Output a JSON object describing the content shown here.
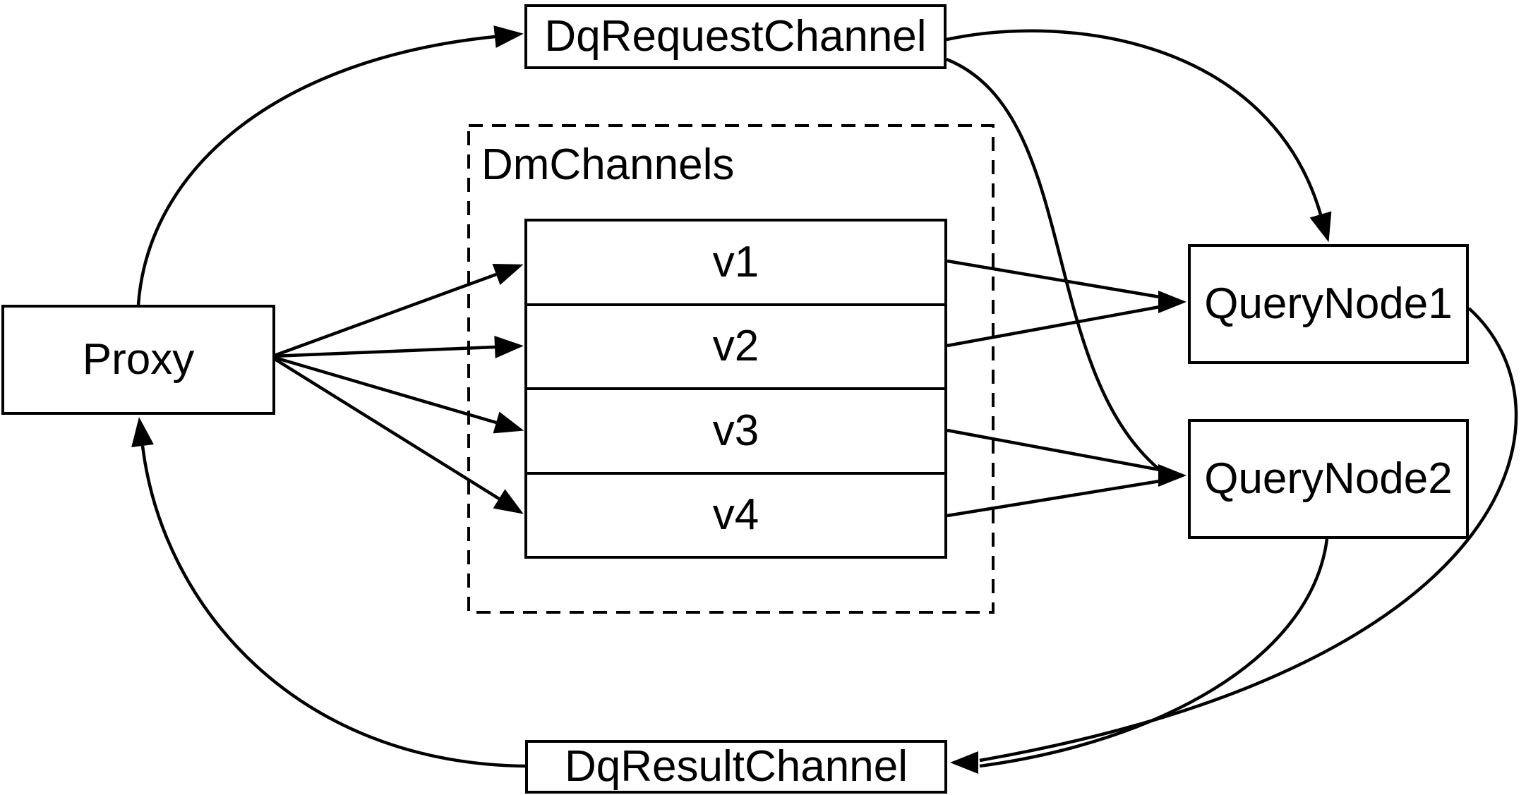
{
  "diagram": {
    "nodes": {
      "proxy": {
        "label": "Proxy"
      },
      "dq_request_channel": {
        "label": "DqRequestChannel"
      },
      "dm_channels_group": {
        "label": "DmChannels"
      },
      "channels": [
        {
          "label": "v1"
        },
        {
          "label": "v2"
        },
        {
          "label": "v3"
        },
        {
          "label": "v4"
        }
      ],
      "query_node1": {
        "label": "QueryNode1"
      },
      "query_node2": {
        "label": "QueryNode2"
      },
      "dq_result_channel": {
        "label": "DqResultChannel"
      }
    },
    "edges": [
      {
        "from": "Proxy",
        "to": "DqRequestChannel"
      },
      {
        "from": "DqRequestChannel",
        "to": "QueryNode1"
      },
      {
        "from": "DqRequestChannel",
        "to": "QueryNode2"
      },
      {
        "from": "Proxy",
        "to": "v1"
      },
      {
        "from": "Proxy",
        "to": "v2"
      },
      {
        "from": "Proxy",
        "to": "v3"
      },
      {
        "from": "Proxy",
        "to": "v4"
      },
      {
        "from": "v1",
        "to": "QueryNode1"
      },
      {
        "from": "v2",
        "to": "QueryNode1"
      },
      {
        "from": "v3",
        "to": "QueryNode2"
      },
      {
        "from": "v4",
        "to": "QueryNode2"
      },
      {
        "from": "QueryNode1",
        "to": "DqResultChannel"
      },
      {
        "from": "QueryNode2",
        "to": "DqResultChannel"
      },
      {
        "from": "DqResultChannel",
        "to": "Proxy"
      }
    ],
    "colors": {
      "stroke": "#000000",
      "background": "#ffffff"
    }
  }
}
